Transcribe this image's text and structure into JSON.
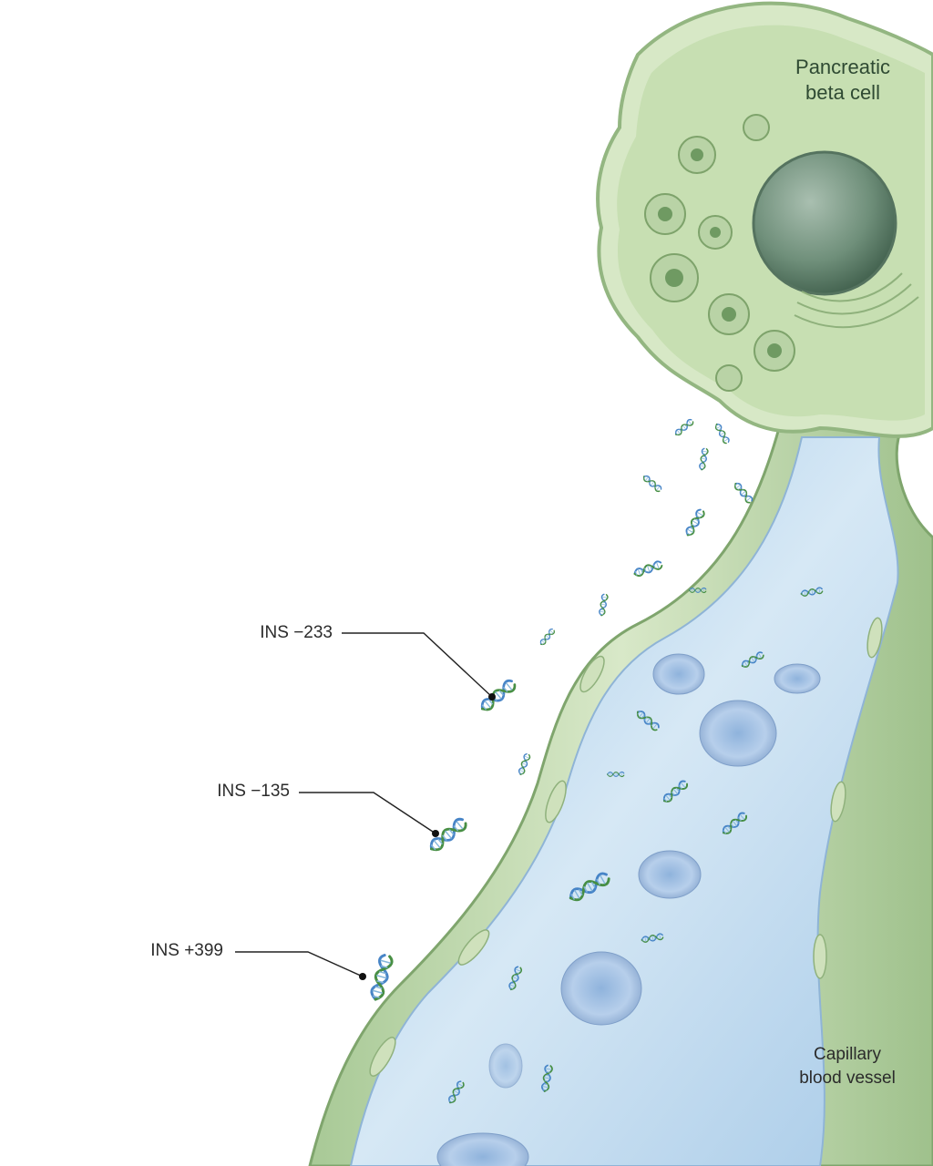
{
  "labels": {
    "cell_line1": "Pancreatic",
    "cell_line2": "beta cell",
    "vessel_line1": "Capillary",
    "vessel_line2": "blood vessel"
  },
  "callouts": [
    {
      "text": "INS −233"
    },
    {
      "text": "INS −135"
    },
    {
      "text": "INS +399"
    }
  ],
  "colors": {
    "cell_fill": "#cfe3bf",
    "nucleus": "#6f8f7a",
    "vessel_wall": "#b9d4a8",
    "blood": "#bcd8ef",
    "dna_blue": "#3f7fc4",
    "dna_green": "#3f8a3a"
  }
}
